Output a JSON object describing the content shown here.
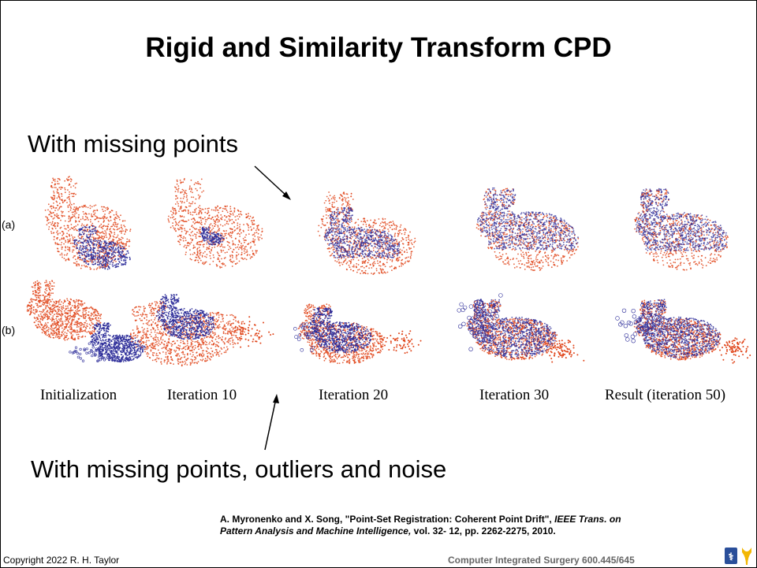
{
  "slide": {
    "title": "Rigid and Similarity Transform CPD",
    "caption_top": "With missing points",
    "caption_bottom": "With missing points, outliers and noise",
    "row_labels": [
      "(a)",
      "(b)"
    ],
    "column_labels": [
      "Initialization",
      "Iteration 10",
      "Iteration 20",
      "Iteration 30",
      "Result (iteration 50)"
    ],
    "citation": {
      "authors": "A. Myronenko and X. Song, \"Point-Set Registration: Coherent Point Drift\",",
      "journal": "IEEE Trans. on Pattern Analysis and Machine Intelligence,",
      "details": "vol. 32- 12, pp. 2262-2275, 2010."
    },
    "footer_left": "Copyright 2022 R. H. Taylor",
    "footer_right": "Computer Integrated Surgery 600.445/645",
    "colors": {
      "target_points": "#e0451a",
      "source_points": "#2e2e9a",
      "text": "#000000",
      "footer_gray": "#666666"
    },
    "logo_icon": "institution-logo-icon"
  }
}
